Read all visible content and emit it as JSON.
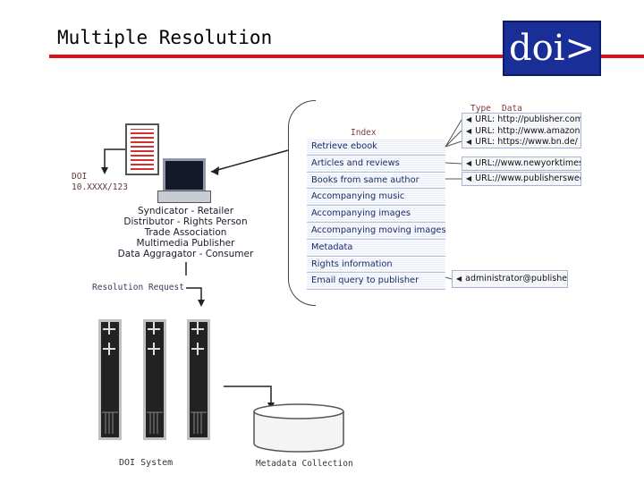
{
  "header": {
    "title": "Multiple Resolution",
    "logo_text": "doi>"
  },
  "doi": {
    "label": "DOI",
    "value": "10.XXXX/123"
  },
  "roles": {
    "line1": "Syndicator - Retailer",
    "line2": "Distributor - Rights Person",
    "line3": "Trade Association",
    "line4": "Multimedia Publisher",
    "line5": "Data Aggragator - Consumer"
  },
  "labels": {
    "index": "Index",
    "type": "Type",
    "data": "Data",
    "resolution_request": "Resolution Request",
    "doi_system": "DOI System",
    "metadata_collection": "Metadata Collection"
  },
  "menu": [
    "Retrieve ebook",
    "Articles and reviews",
    "Books from same author",
    "Accompanying music",
    "Accompanying images",
    "Accompanying moving images",
    "Metadata",
    "Rights information",
    "Email query to publisher"
  ],
  "urls": [
    "URL: http://publisher.com",
    "URL: http://www.amazon.",
    "URL: https://www.bn.de/",
    "URL://www.newyorktimes.com",
    "URL://www.publishersweekly.c",
    "administrator@publisher.com"
  ],
  "colors": {
    "accent_red": "#e0101a",
    "logo_blue": "#1a2e97",
    "menu_text": "#1a2a6a"
  }
}
